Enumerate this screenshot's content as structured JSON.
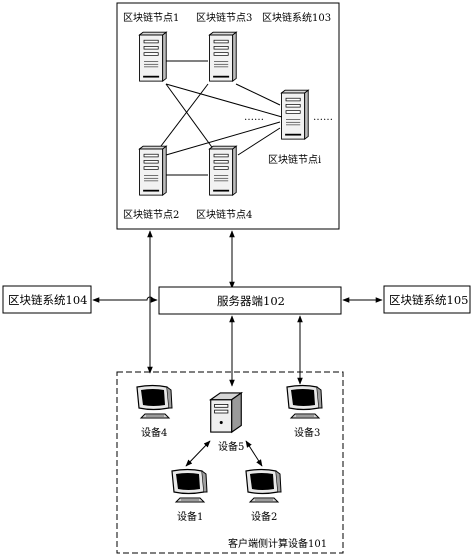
{
  "blockchain_system_103": {
    "title": "区块链系统103",
    "node1": "区块链节点1",
    "node2": "区块链节点2",
    "node3": "区块链节点3",
    "node4": "区块链节点4",
    "nodei": "区块链节点i",
    "ellipsis_left": "……",
    "ellipsis_right": "……"
  },
  "server": {
    "label": "服务器端102"
  },
  "blockchain_system_104": {
    "label": "区块链系统104"
  },
  "blockchain_system_105": {
    "label": "区块链系统105"
  },
  "client_group": {
    "title": "客户端侧计算设备101",
    "device1": "设备1",
    "device2": "设备2",
    "device3": "设备3",
    "device4": "设备4",
    "device5": "设备5"
  },
  "icons": {
    "server_tower": "server-tower-icon",
    "monitor": "computer-monitor-icon",
    "desktop_pc": "desktop-pc-icon"
  }
}
